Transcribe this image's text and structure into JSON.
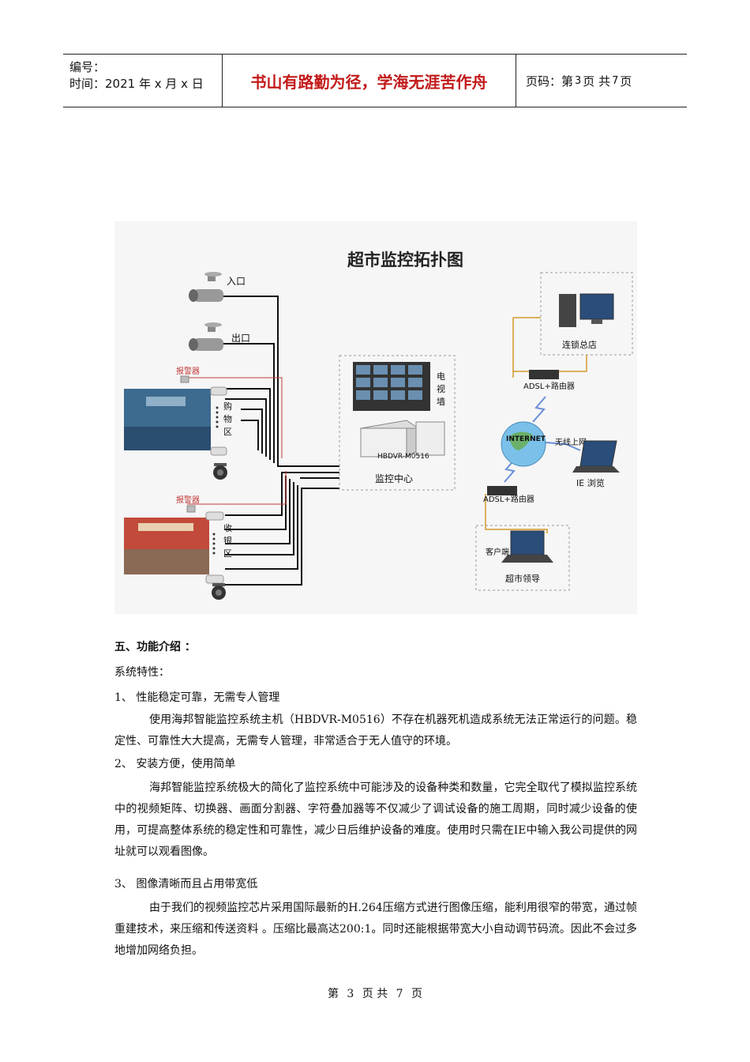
{
  "header": {
    "number_label": "编号：",
    "time_label": "时间：2021 年 x 月 x 日",
    "motto": "书山有路勤为径，学海无涯苦作舟",
    "page_prefix": "页码：第",
    "page_current": "3",
    "page_mid": "页 共",
    "page_total": "7",
    "page_suffix": "页"
  },
  "diagram": {
    "title": "超市监控拓扑图",
    "entrance": "入口",
    "exit": "出口",
    "alarm1": "报警器",
    "alarm2": "报警器",
    "shopping_zone": [
      "购",
      "物",
      "区"
    ],
    "checkout_zone": [
      "收",
      "银",
      "区"
    ],
    "tv_wall": [
      "电",
      "视",
      "墙"
    ],
    "dvr_model": "HBDVR-M0516",
    "control_center": "监控中心",
    "hq": "连锁总店",
    "router_top": "ADSL+路由器",
    "router_bottom": "ADSL+路由器",
    "internet": "INTERNET",
    "wireless": "无线上网",
    "ie_browse": "IE 浏览",
    "client": "客户端",
    "manager": "超市领导"
  },
  "section": {
    "heading": "五、功能介绍 ：",
    "subheading": "系统特性：",
    "items": [
      {
        "title": "1、  性能稳定可靠，无需专人管理",
        "body": "使用海邦智能监控系统主机（HBDVR-M0516）不存在机器死机造成系统无法正常运行的问题。稳定性、可靠性大大提高，无需专人管理，非常适合于无人值守的环境。"
      },
      {
        "title": "2、  安装方便，使用简单",
        "body": "海邦智能监控系统极大的简化了监控系统中可能涉及的设备种类和数量，它完全取代了模拟监控系统中的视频矩阵、切换器、画面分割器、字符叠加器等不仅减少了调试设备的施工周期，同时减少设备的使用，可提高整体系统的稳定性和可靠性，减少日后维护设备的难度。使用时只需在IE中输入我公司提供的网址就可以观看图像。"
      },
      {
        "title": "3、  图像清晰而且占用带宽低",
        "body": "由于我们的视频监控芯片采用国际最新的H.264压缩方式进行图像压缩，能利用很窄的带宽，通过帧重建技术，来压缩和传送资料 。压缩比最高达200:1。同时还能根据带宽大小自动调节码流。因此不会过多地增加网络负担。"
      }
    ]
  },
  "footer": {
    "prefix": "第",
    "current": "3",
    "mid": "页 共",
    "total": "7",
    "suffix": "页"
  }
}
